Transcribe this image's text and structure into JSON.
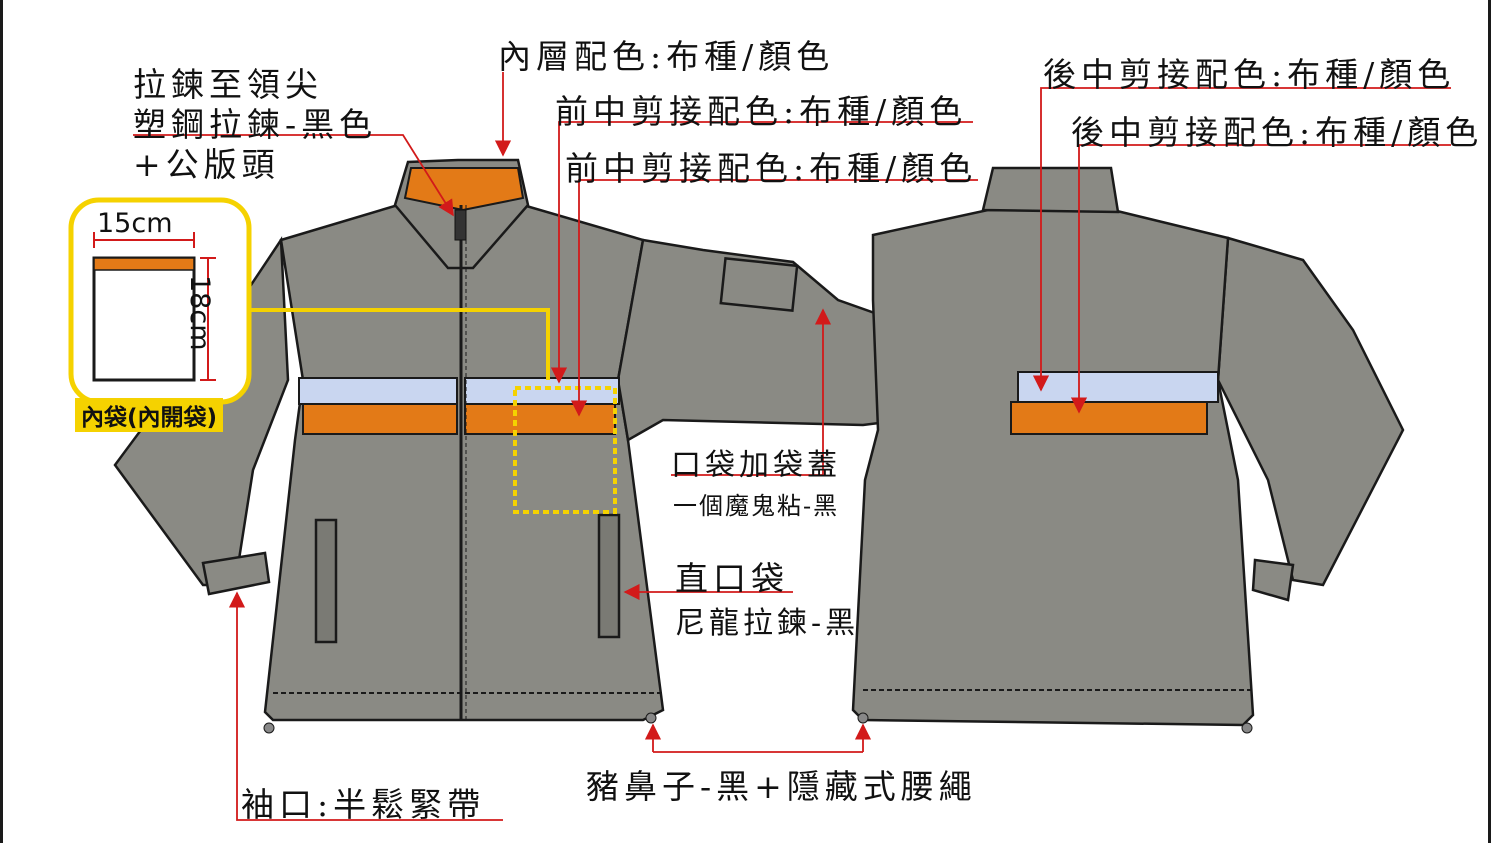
{
  "colors": {
    "jacket": "#8a8a84",
    "jacket_dark": "#6f6f69",
    "outline": "#1a1a1a",
    "stripe_light": "#c9d6f0",
    "stripe_orange": "#e37a17",
    "callout": "#d21a1a",
    "highlight": "#f5d200"
  },
  "labels": {
    "zipper_line1": "拉鍊至領尖",
    "zipper_line2": "塑鋼拉鍊-黑色",
    "zipper_line3": "+公版頭",
    "inner_layer": "內層配色:布種/顏色",
    "front_center_1": "前中剪接配色:布種/顏色",
    "front_center_2": "前中剪接配色:布種/顏色",
    "back_center_1": "後中剪接配色:布種/顏色",
    "back_center_2": "後中剪接配色:布種/顏色",
    "pocket_flap_title": "口袋加袋蓋",
    "pocket_flap_sub": "一個魔鬼粘-黑",
    "vertical_pocket_title": "直口袋",
    "vertical_pocket_sub": "尼龍拉鍊-黑",
    "hem_cord": "豬鼻子-黑+隱藏式腰繩",
    "cuff": "袖口:半鬆緊帶",
    "inner_pocket": "內袋(內開袋)",
    "width": "15cm",
    "height": "18cm"
  }
}
